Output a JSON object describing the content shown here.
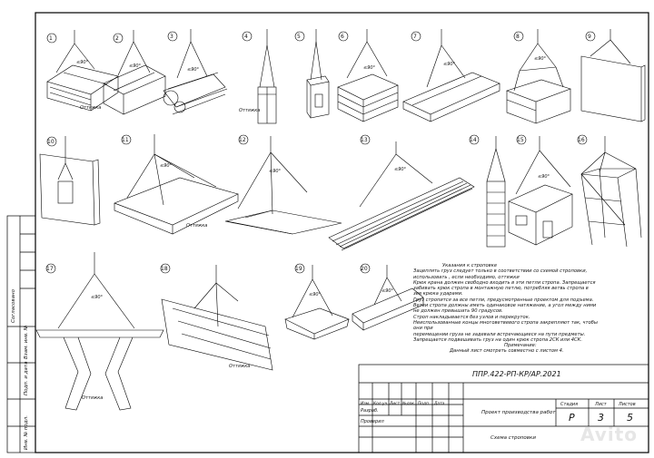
{
  "figure_numbers": [
    "1",
    "2",
    "3",
    "4",
    "5",
    "6",
    "7",
    "8",
    "9",
    "10",
    "11",
    "12",
    "13",
    "14",
    "15",
    "16",
    "17",
    "18",
    "19",
    "20"
  ],
  "angle_labels": [
    "≤90°",
    "≤90°",
    "≤90°",
    "≤90°",
    "≤90°",
    "≤90°",
    "≤90°",
    "≤90°",
    "≤90°",
    "≤90°",
    "≤90°",
    "≤90°",
    "≤90°"
  ],
  "callouts": {
    "ottyazhka1": "Оттяжка",
    "ottyazhka2": "Оттяжка",
    "ottyazhka3": "Оттяжка",
    "ottyazhka4": "Оттяжка",
    "ottyazhka5": "Оттяжка"
  },
  "notes": {
    "title": "Указания к строповке",
    "lines": [
      "Зацеплять груз следует только в соответствии со схемой строповки,",
      "использовать , если необходимо, оттяжки",
      "Крюк крана должен свободно входить в эти петли стропа. Запрещается",
      "забивать крюк стропа в монтажную петлю, потребляя ветвь стропа в",
      "зев крюка ударами.",
      "Груз стропится за все петли, предусмотренные проектом для подъема.",
      "Ветви стропа должны иметь одинаковое натяжение, а угол между ними",
      "не должен превышать 90 градусов.",
      "Строп накладывается без узлов и перекруток.",
      "Неиспользованные концы многоветвевого стропа закрепляют так, чтобы",
      "они при",
      "перемещении груза не задевали встречающиеся на пути предметы.",
      "Запрещается подвешивать груз на один крюк стропа 2СК или 4СК."
    ],
    "remark_title": "Примечание:",
    "remark": "Данный лист смотреть совместно с листом 4."
  },
  "title_block": {
    "code": "ППР.422-РП-КР/АР.2021",
    "headers": [
      "Изм.",
      "Кол.уч",
      "Лист",
      "№док.",
      "Подп.",
      "Дата"
    ],
    "row_developed": "Разраб.",
    "row_checked": "Проверил",
    "project_name": "Проект производства работ",
    "stage_header": "Стадия",
    "sheet_header": "Лист",
    "sheets_header": "Листов",
    "stage": "Р",
    "sheet": "3",
    "sheets": "5",
    "drawing_name": "Схема строповки"
  },
  "side_stamp": {
    "agreed": "Согласовано",
    "inv_sub": "Взам. инв. №",
    "sign_date": "Подп. и дата",
    "inv_orig": "Инв. № подл."
  },
  "watermark": "Avito"
}
